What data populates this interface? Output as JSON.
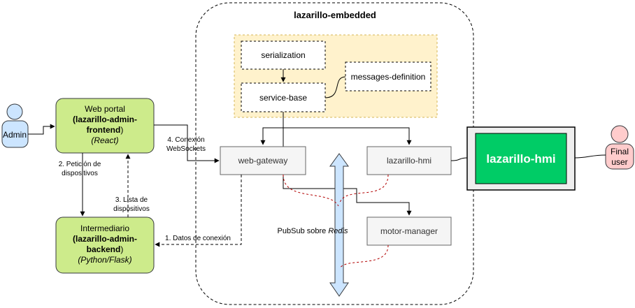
{
  "diagram": {
    "container_title": "lazarillo-embedded",
    "nodes": {
      "serialization": "serialization",
      "service_base": "service-base",
      "messages_definition": "messages-definition",
      "web_gateway": "web-gateway",
      "lazarillo_hmi": "lazarillo-hmi",
      "motor_manager": "motor-manager",
      "screen_label": "lazarillo-hmi"
    },
    "web_portal": {
      "line1": "Web portal",
      "line2": "(lazarillo-admin-",
      "line3": "frontend",
      "line4": ")",
      "line5": "(React)"
    },
    "intermediario": {
      "line1": "Intermediario",
      "line2": "(lazarillo-admin-",
      "line3": "backend",
      "line4": ")",
      "line5": "(Python/Flask)"
    },
    "actors": {
      "admin": "Admin",
      "final_user_line1": "Final",
      "final_user_line2": "user"
    },
    "edge_labels": {
      "conexion_line1": "4. Conexión",
      "conexion_line2": "WebSockets",
      "peticion_line1": "2. Petición de",
      "peticion_line2": "dispositivos",
      "lista_line1": "3. Lista de",
      "lista_line2": "dispositivos",
      "datos": "1. Datos de conexión",
      "pubsub_prefix": "PubSub sobre ",
      "pubsub_italic": "Redis"
    },
    "colors": {
      "green_fill": "#cdeb8b",
      "green_stroke": "#36393d",
      "yellow_fill": "#fff2cc",
      "yellow_stroke": "#d6b656",
      "grey_fill": "#f5f5f5",
      "grey_stroke": "#666666",
      "blue_fill": "#cce5ff",
      "blue_stroke": "#36393d",
      "red_fill": "#ffcccc",
      "red_stroke": "#36393d",
      "hmi_fill": "#00cc66",
      "link_red": "#b20000"
    }
  }
}
